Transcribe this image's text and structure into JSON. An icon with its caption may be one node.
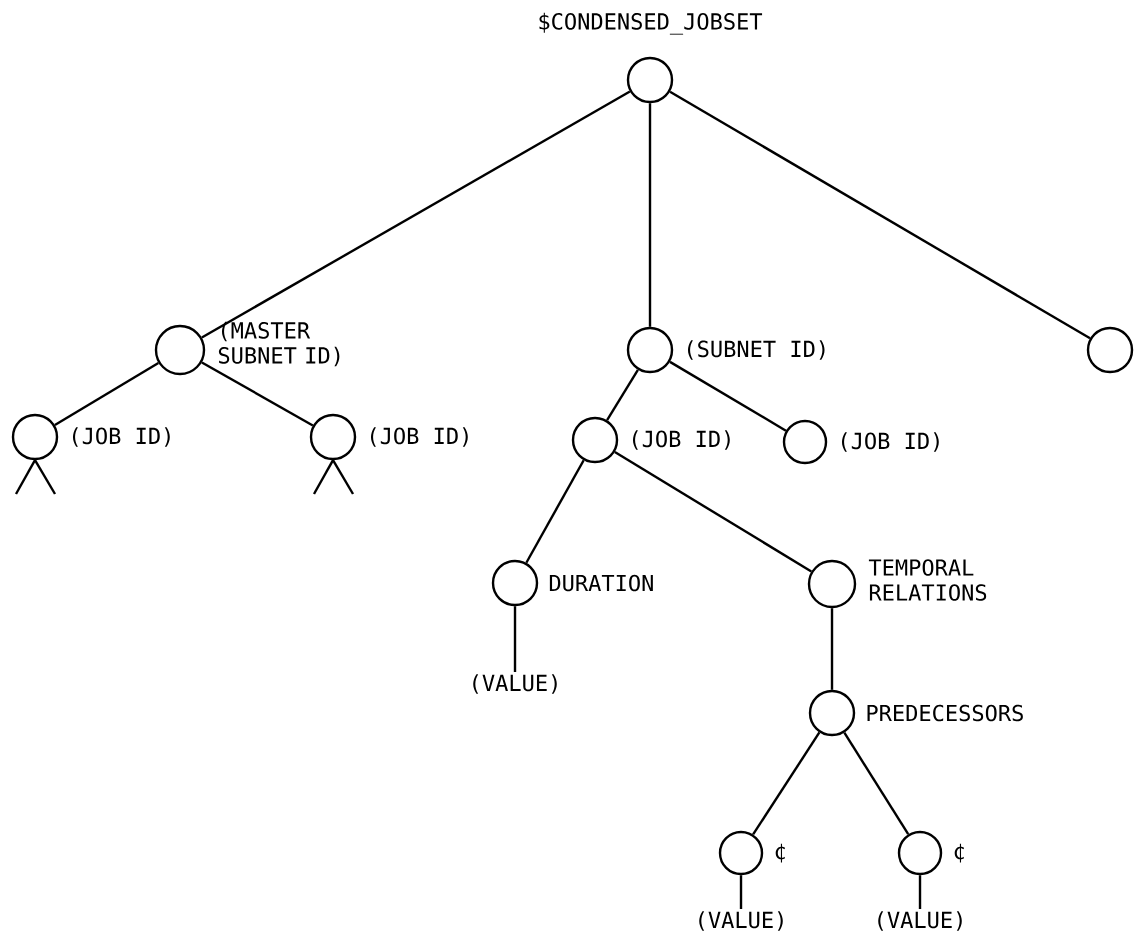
{
  "diagram": {
    "nodes": [
      {
        "text": [],
        "shape": "circle",
        "beside": [
          "$CONDENSED_JOBSET"
        ]
      },
      {
        "text": [],
        "shape": "circle",
        "beside": [
          "(MASTER SUBNET ID)"
        ]
      },
      {
        "text": [],
        "shape": "circle",
        "beside": [
          "(SUBNET ID)"
        ]
      },
      {
        "text": [],
        "shape": "circle"
      },
      {
        "text": [],
        "shape": "circle",
        "beside": [
          "(JOB ID)"
        ]
      },
      {
        "text": [],
        "shape": "circle",
        "beside": [
          "(JOB ID)"
        ]
      },
      {
        "text": [],
        "shape": "circle",
        "beside": [
          "(JOB ID)"
        ]
      },
      {
        "text": [],
        "shape": "circle",
        "beside": [
          "(JOB ID)"
        ]
      },
      {
        "text": [],
        "shape": "circle",
        "beside": [
          "DURATION"
        ]
      },
      {
        "text": [],
        "shape": "circle",
        "beside": [
          "TEMPORAL RELATIONS"
        ]
      },
      {
        "text": [],
        "shape": "circle",
        "beside": [
          "PREDECESSORS"
        ]
      },
      {
        "text": [
          "(VALUE)"
        ]
      },
      {
        "text": [],
        "shape": "circle",
        "beside": [
          "¢"
        ]
      },
      {
        "text": [],
        "shape": "circle",
        "beside": [
          "¢"
        ]
      },
      {
        "text": [
          "(VALUE)"
        ]
      },
      {
        "text": [
          "(VALUE)"
        ]
      }
    ],
    "edges": [
      {
        "from": 0,
        "to": 1,
        "arrow": "none"
      },
      {
        "from": 0,
        "to": 2,
        "arrow": "none"
      },
      {
        "from": 0,
        "to": 3,
        "arrow": "none"
      },
      {
        "from": 1,
        "to": 4,
        "arrow": "none"
      },
      {
        "from": 1,
        "to": 5,
        "arrow": "none"
      },
      {
        "from": 4,
        "to": null,
        "arrow": "none"
      },
      {
        "from": 4,
        "to": null,
        "arrow": "none"
      },
      {
        "from": 5,
        "to": null,
        "arrow": "none"
      },
      {
        "from": 5,
        "to": null,
        "arrow": "none"
      },
      {
        "from": 2,
        "to": 6,
        "arrow": "none"
      },
      {
        "from": 2,
        "to": 7,
        "arrow": "none"
      },
      {
        "from": 6,
        "to": 8,
        "arrow": "none"
      },
      {
        "from": 6,
        "to": 9,
        "arrow": "none"
      },
      {
        "from": 8,
        "to": 11,
        "arrow": "none"
      },
      {
        "from": 9,
        "to": 10,
        "arrow": "none"
      },
      {
        "from": 10,
        "to": 12,
        "arrow": "none"
      },
      {
        "from": 10,
        "to": 13,
        "arrow": "none"
      },
      {
        "from": 12,
        "to": 14,
        "arrow": "none"
      },
      {
        "from": 13,
        "to": 15,
        "arrow": "none"
      }
    ]
  }
}
